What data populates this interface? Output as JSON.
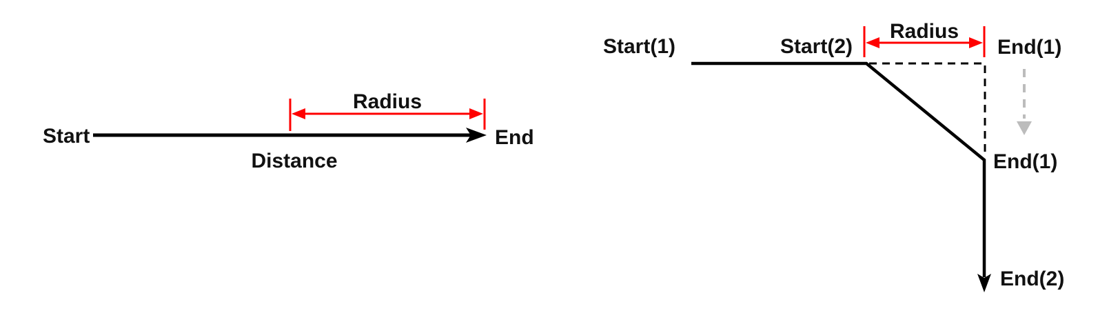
{
  "figure": {
    "description": "Two diagrams explaining Distance and Radius of a path: a straight path and a path bent by a radius",
    "colors": {
      "line": "#000000",
      "text": "#111111",
      "measure": "#ff0000",
      "ghost_text": "#ababab",
      "ghost_arrow": "#bcbcbc",
      "background": "#ffffff"
    },
    "left_diagram": {
      "start_label": "Start",
      "end_label": "End",
      "distance_label": "Distance",
      "radius_label": "Radius"
    },
    "right_diagram": {
      "start1_label": "Start(1)",
      "start2_label": "Start(2)",
      "radius_label": "Radius",
      "ghost_end_label": "End(1)",
      "end1_label": "End(1)",
      "end2_label": "End(2)"
    }
  }
}
